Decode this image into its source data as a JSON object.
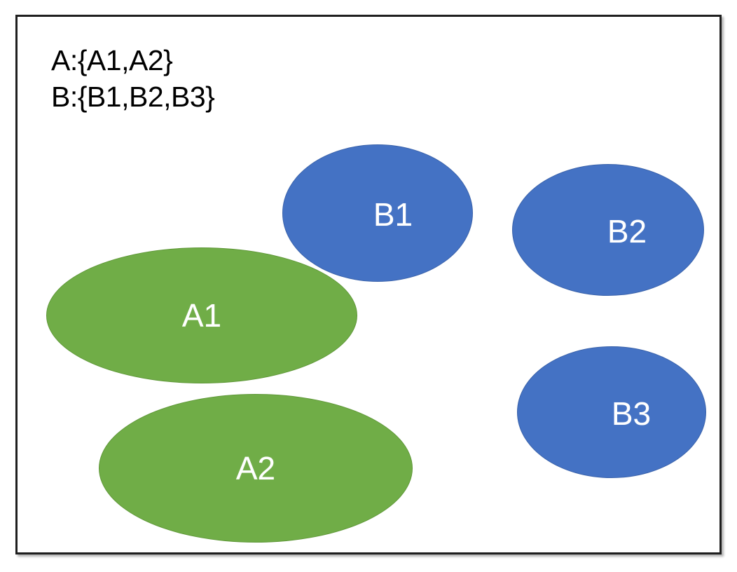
{
  "diagram": {
    "title_lines": [
      "A:{A1,A2}",
      "B:{B1,B2,B3}"
    ],
    "legend": {
      "line_a": "A:{A1,A2}",
      "line_b": "B:{B1,B2,B3}"
    },
    "colors": {
      "set_a_fill": "#70ad47",
      "set_a_stroke": "#5f9838",
      "set_b_fill": "#4472c4",
      "set_b_stroke": "#3b63ab",
      "label_text": "#ffffff",
      "legend_text": "#000000",
      "frame_border": "#1f1f1f",
      "background": "#ffffff"
    },
    "nodes": [
      {
        "id": "b1",
        "label": "B1",
        "set": "B",
        "shape": "ellipse",
        "fill": "#4472c4"
      },
      {
        "id": "b2",
        "label": "B2",
        "set": "B",
        "shape": "ellipse",
        "fill": "#4472c4"
      },
      {
        "id": "b3",
        "label": "B3",
        "set": "B",
        "shape": "ellipse",
        "fill": "#4472c4"
      },
      {
        "id": "a1",
        "label": "A1",
        "set": "A",
        "shape": "ellipse",
        "fill": "#70ad47"
      },
      {
        "id": "a2",
        "label": "A2",
        "set": "A",
        "shape": "ellipse",
        "fill": "#70ad47"
      }
    ]
  }
}
